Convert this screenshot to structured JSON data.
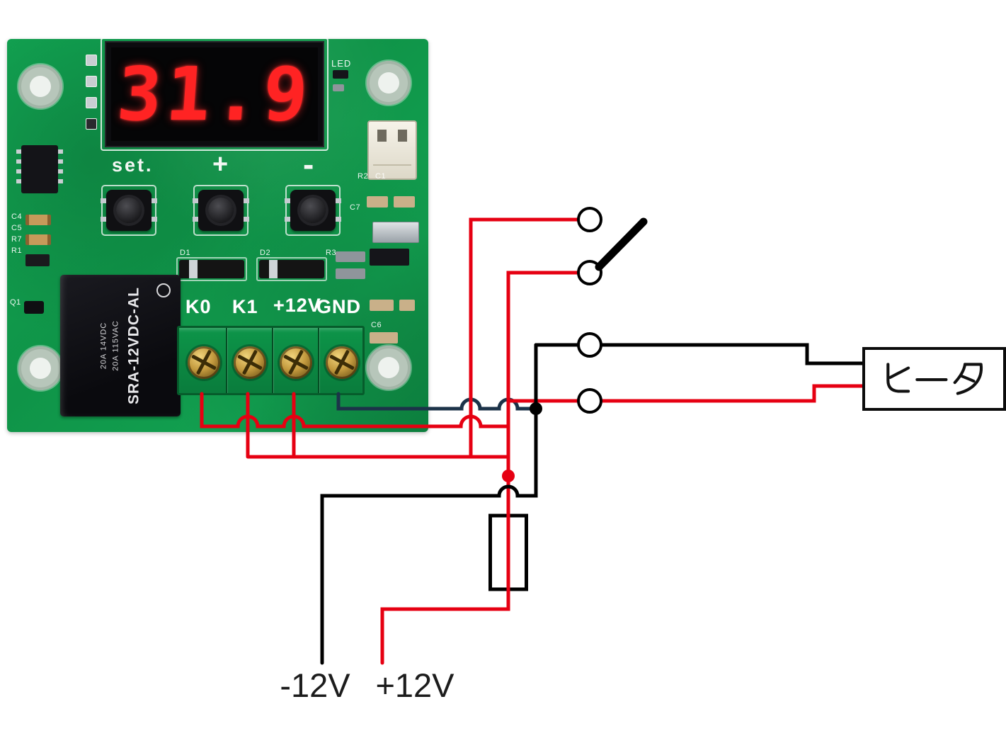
{
  "board": {
    "display_value": "31.9",
    "labels": {
      "set": "set.",
      "plus": "+",
      "minus": "-"
    },
    "terminal_labels": [
      "K0",
      "K1",
      "+12V",
      "GND"
    ],
    "relay": {
      "model": "SRA-12VDC-AL",
      "rating1": "20A 14VDC",
      "rating2": "20A 115VAC"
    },
    "refs": {
      "led": "LED",
      "d1": "D1",
      "d2": "D2",
      "r3": "R3",
      "r2": "R2",
      "c1": "C1",
      "c4": "C4",
      "c5": "C5",
      "r7": "R7",
      "r1": "R1",
      "q1": "Q1",
      "c6": "C6",
      "c7": "C7"
    }
  },
  "diagram": {
    "heater_label": "ヒータ",
    "neg_supply": "-12V",
    "pos_supply": "+12V"
  },
  "colors": {
    "wire_red": "#e60012",
    "wire_dark": "#000000",
    "wire_navy": "#1c3349",
    "board_green": "#0f9448",
    "digit_red": "#ff2323"
  }
}
